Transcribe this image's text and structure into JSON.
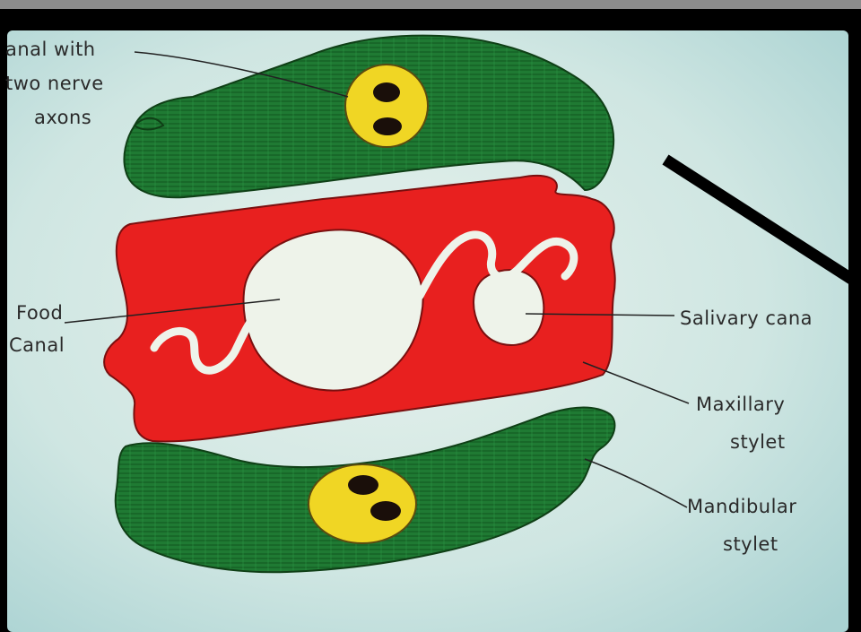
{
  "diagram": {
    "labels": {
      "canal_line1": "anal with",
      "canal_line2": "two nerve",
      "canal_line3": "axons",
      "food_line1": "Food",
      "food_line2": "Canal",
      "salivary": "Salivary cana",
      "maxillary_line1": "Maxillary",
      "maxillary_line2": "stylet",
      "mandibular_line1": "Mandibular",
      "mandibular_line2": "stylet"
    },
    "colors": {
      "background": "#cfe6e2",
      "mandibular_stylet": "#1f7a33",
      "maxillary_stylet": "#e8201f",
      "nerve_canal": "#f0d624",
      "axon": "#1a0f0a",
      "canal_fill": "#eef3ea"
    }
  }
}
